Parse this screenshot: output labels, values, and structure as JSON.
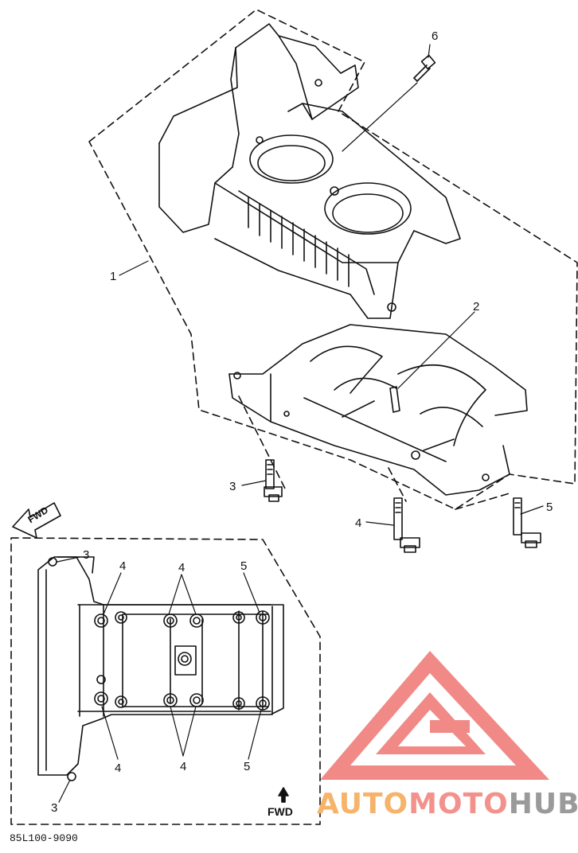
{
  "callouts": {
    "c1": "1",
    "c2": "2",
    "c3": "3",
    "c4": "4",
    "c5": "5",
    "c6": "6",
    "b3a": "3",
    "b3b": "3",
    "b4a": "4",
    "b4b": "4",
    "b4c": "4",
    "b4d": "4",
    "b5a": "5",
    "b5b": "5"
  },
  "fwd": {
    "top": "FWD",
    "bottom": "FWD"
  },
  "code": "85L100-9090",
  "brand": {
    "part1": "AUTO",
    "part2": "MOTO",
    "part3": "HUB"
  },
  "colors": {
    "line": "#111111",
    "logo_red": "#f18a86",
    "logo_orange": "#f6b36a",
    "logo_gray": "#9a9a9a"
  }
}
